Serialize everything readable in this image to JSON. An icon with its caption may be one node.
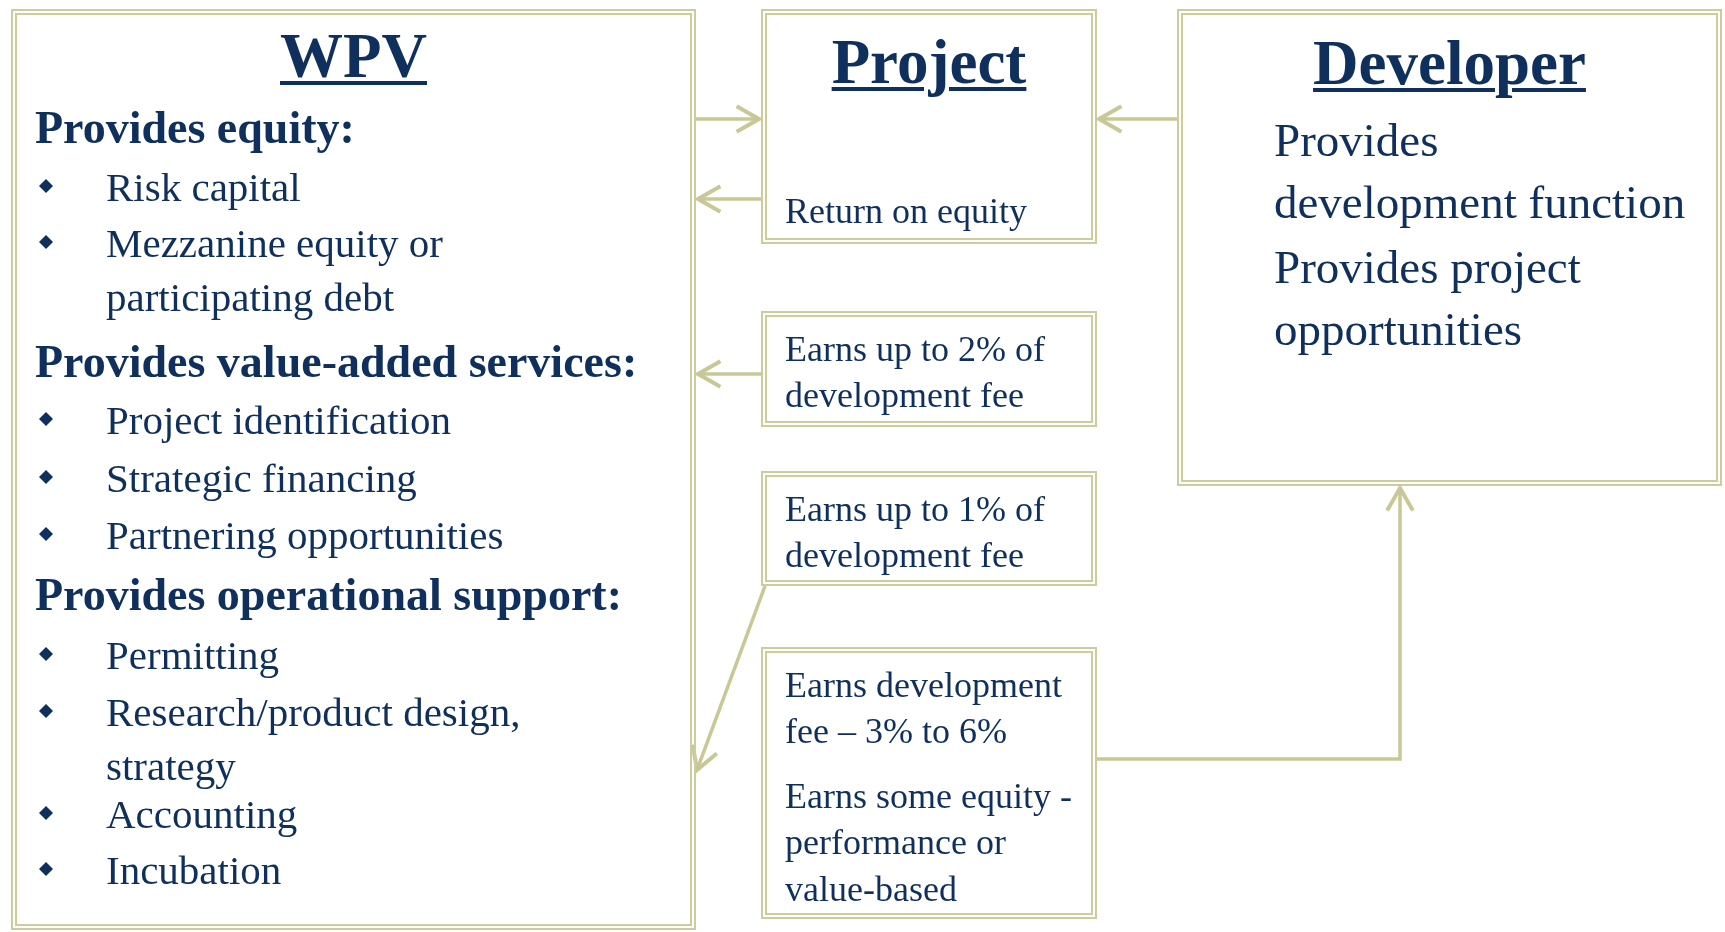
{
  "diagram": {
    "nodes": [
      {
        "text": [
          "WPV",
          "Provides equity:",
          "Risk capital",
          "Mezzanine equity or participating debt",
          "Provides value-added services:",
          "Project identification",
          "Strategic financing",
          "Partnering opportunities",
          "Provides operational support:",
          "Permitting",
          "Research/product design, strategy",
          "Accounting",
          "Incubation"
        ]
      },
      {
        "text": [
          "Project",
          "Return on equity"
        ]
      },
      {
        "text": [
          "Developer",
          "Provides development function",
          "Provides project opportunities"
        ]
      },
      {
        "text": [
          "Earns up to 2% of development fee"
        ]
      },
      {
        "text": [
          "Earns up to 1% of development fee"
        ]
      },
      {
        "text": [
          "Earns development fee – 3% to 6%",
          "Earns some equity - performance or value-based"
        ]
      }
    ],
    "edges": [
      {
        "from": 0,
        "to": 1,
        "arrow": "to"
      },
      {
        "from": 1,
        "to": 0,
        "arrow": "to"
      },
      {
        "from": 2,
        "to": 1,
        "arrow": "to"
      },
      {
        "from": 3,
        "to": 0,
        "arrow": "to"
      },
      {
        "from": 4,
        "to": 0,
        "arrow": "to"
      },
      {
        "from": 5,
        "to": 2,
        "arrow": "to"
      }
    ]
  }
}
